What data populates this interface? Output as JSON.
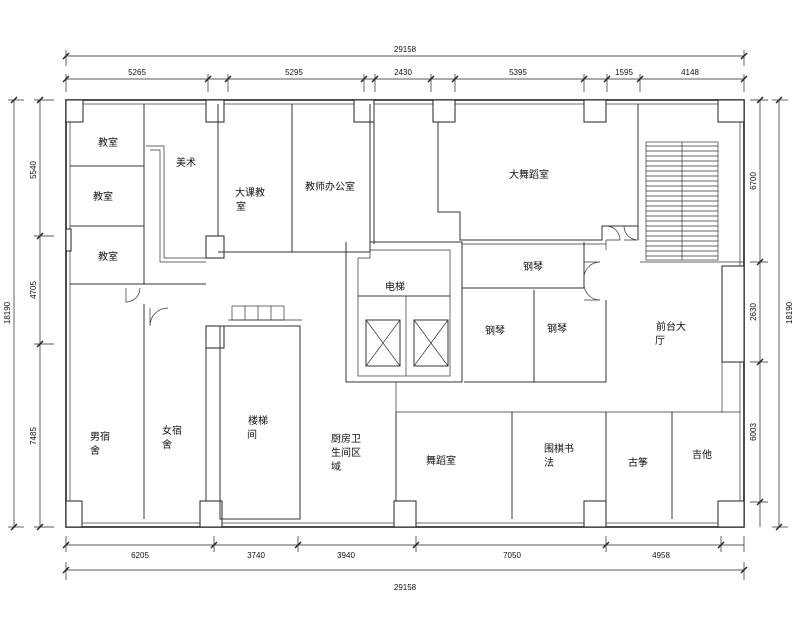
{
  "dimensions": {
    "top_total": "29158",
    "top_segments": [
      "5265",
      "5295",
      "2430",
      "5395",
      "1595",
      "4148"
    ],
    "bottom_total": "29158",
    "bottom_segments": [
      "6205",
      "3740",
      "3940",
      "7050",
      "4958"
    ],
    "left_total": "18190",
    "left_segments": [
      "5540",
      "4705",
      "7485"
    ],
    "right_total": "18190",
    "right_segments": [
      "6700",
      "2630",
      "6003"
    ]
  },
  "rooms": {
    "classroom_1": "教室",
    "classroom_2": "教室",
    "classroom_3": "教室",
    "art": "美术",
    "large_classroom_line1": "大课教",
    "large_classroom_line2": "室",
    "teacher_office": "教师办公室",
    "large_dance_room": "大舞蹈室",
    "elevator": "电梯",
    "piano_1": "钢琴",
    "piano_2": "钢琴",
    "piano_3": "钢琴",
    "reception_line1": "前台大",
    "reception_line2": "厅",
    "male_dorm_line1": "男宿",
    "male_dorm_line2": "舍",
    "female_dorm_line1": "女宿",
    "female_dorm_line2": "舍",
    "stairwell_line1": "楼梯",
    "stairwell_line2": "间",
    "kitchen_line1": "厨房卫",
    "kitchen_line2": "生间区",
    "kitchen_line3": "域",
    "dance_room": "舞蹈室",
    "go_calligraphy_line1": "围棋书",
    "go_calligraphy_line2": "法",
    "guzheng": "古筝",
    "guitar": "吉他"
  }
}
